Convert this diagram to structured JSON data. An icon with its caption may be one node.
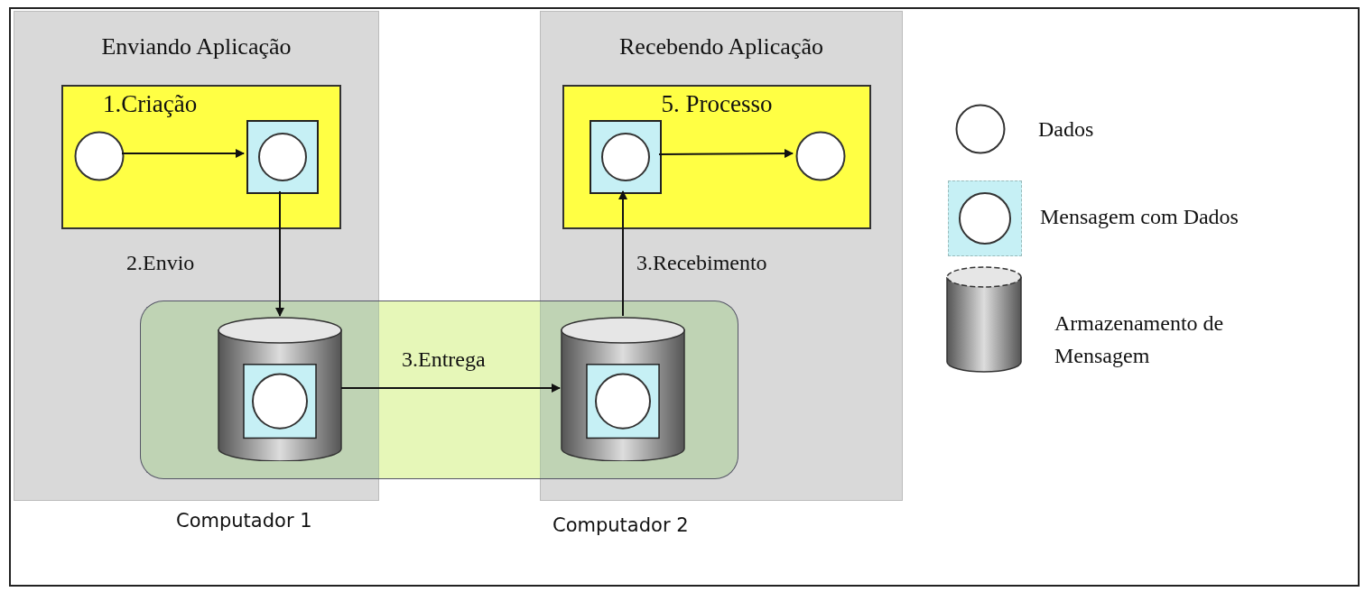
{
  "diagram": {
    "nodes": [
      {
        "text": [
          "Enviando Aplicação"
        ],
        "beside": [
          "Computador 1"
        ]
      },
      {
        "text": [
          "1.Criação"
        ],
        "in": 0
      },
      {
        "text": [],
        "shape": "circle",
        "in": 1
      },
      {
        "text": [],
        "shape": "box",
        "in": 1
      },
      {
        "text": [],
        "shape": "cylinder",
        "in": 0
      },
      {
        "text": [
          "Recebendo Aplicação"
        ],
        "beside": [
          "Computador 2"
        ]
      },
      {
        "text": [
          "5. Processo"
        ],
        "in": 5
      },
      {
        "text": [],
        "shape": "box",
        "in": 6
      },
      {
        "text": [],
        "shape": "circle",
        "in": 6
      },
      {
        "text": [],
        "shape": "cylinder",
        "in": 5
      }
    ],
    "edges": [
      {
        "from": 2,
        "to": 3,
        "arrow": "to"
      },
      {
        "from": 3,
        "to": 4,
        "arrow": "to",
        "label": "2.Envio"
      },
      {
        "from": 4,
        "to": 9,
        "arrow": "to",
        "label": "3.Entrega"
      },
      {
        "from": 9,
        "to": 7,
        "arrow": "to",
        "label": "3.Recebimento"
      },
      {
        "from": 7,
        "to": 8,
        "arrow": "to"
      }
    ],
    "legend": [
      {
        "text": "Dados"
      },
      {
        "text": "Mensagem com Dados"
      },
      {
        "text": "Armazenamento de Mensagem"
      }
    ]
  }
}
